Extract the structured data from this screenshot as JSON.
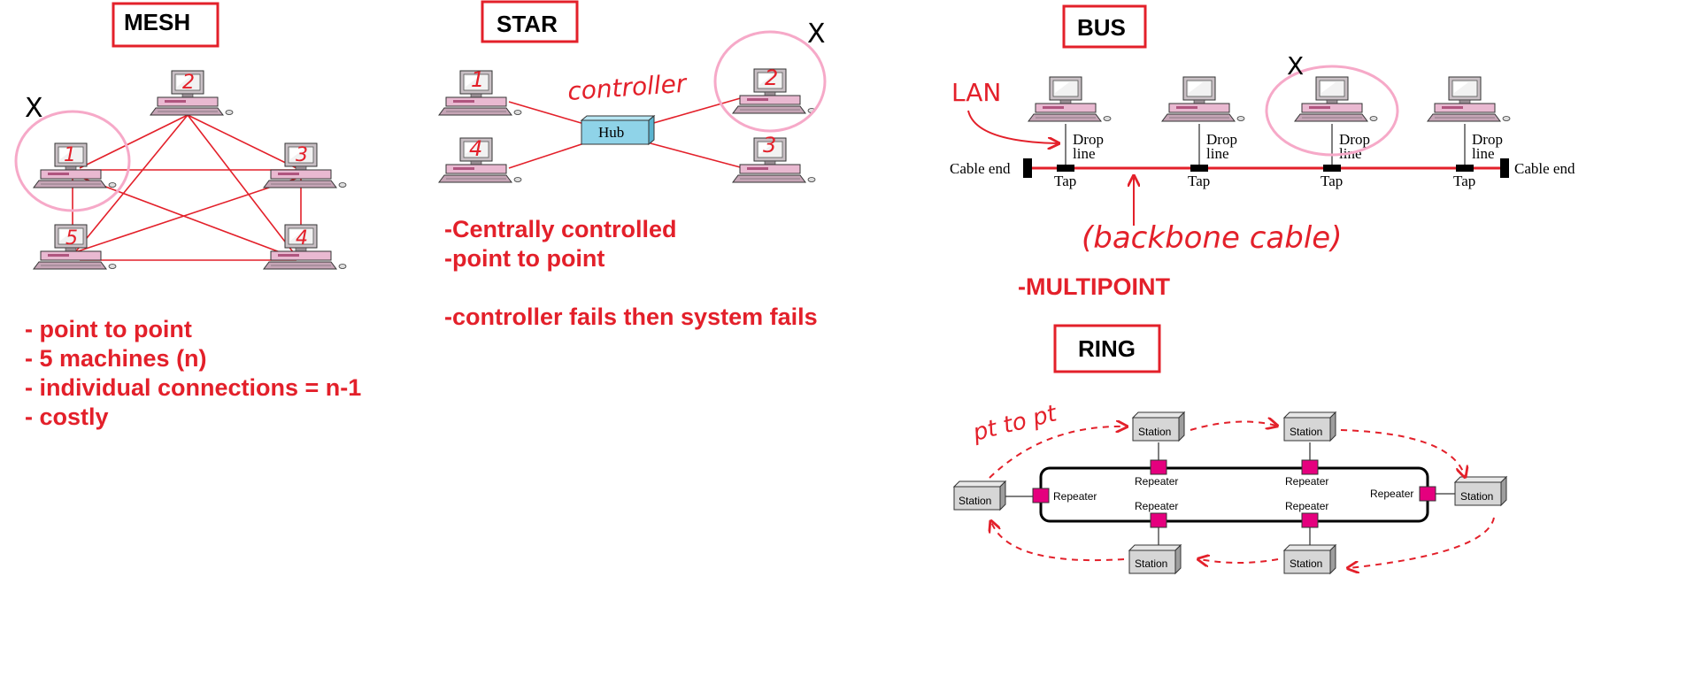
{
  "mesh": {
    "title": "MESH",
    "x_mark": "X",
    "computers": [
      "2",
      "1",
      "3",
      "5",
      "4"
    ],
    "notes": [
      "- point to point",
      "- 5 machines (n)",
      "- individual connections = n-1",
      "- costly"
    ]
  },
  "star": {
    "title": "STAR",
    "x_mark": "X",
    "hub_label": "Hub",
    "controller_label": "controller",
    "computers": [
      "1",
      "4",
      "2",
      "3"
    ],
    "notes": [
      "-Centrally controlled",
      "-point to point",
      "-controller fails then system fails"
    ]
  },
  "bus": {
    "title": "BUS",
    "lan_label": "LAN",
    "x_mark": "X",
    "drop_line_label": [
      "Drop",
      "line"
    ],
    "tap_label": "Tap",
    "cable_end_left": "Cable end",
    "cable_end_right": "Cable end",
    "backbone_label": "(backbone cable)",
    "note": "-MULTIPOINT"
  },
  "ring": {
    "title": "RING",
    "station_label": "Station",
    "repeater_label": "Repeater",
    "pt_to_pt_label": "pt to pt"
  },
  "colors": {
    "red": "#e3202a",
    "pink": "#f6a9c8",
    "repeater": "#e5007e",
    "hub": "#8fd3e8"
  }
}
